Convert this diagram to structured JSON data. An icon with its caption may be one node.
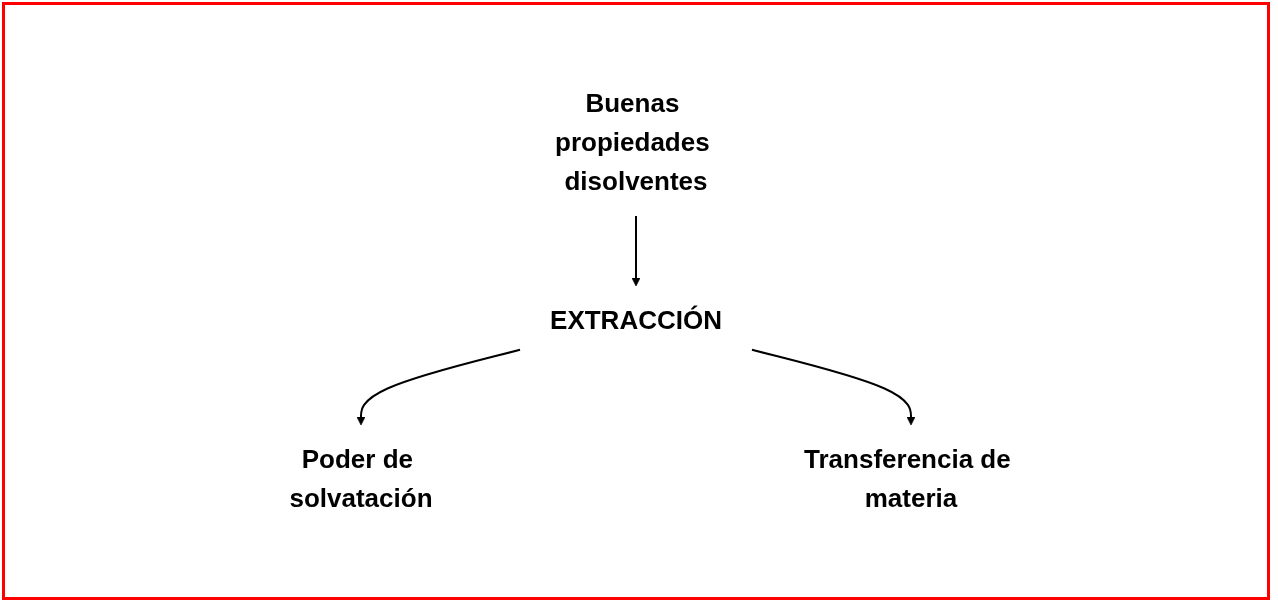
{
  "diagram": {
    "nodes": [
      {
        "text": [
          "Buenas propiedades disolventes"
        ]
      },
      {
        "text": [
          "EXTRACCIÓN"
        ]
      },
      {
        "text": [
          "Poder de solvatación"
        ]
      },
      {
        "text": [
          "Transferencia de materia"
        ]
      }
    ],
    "edges": [
      {
        "from": 0,
        "to": 1,
        "arrow": "to"
      },
      {
        "from": 1,
        "to": 2,
        "arrow": "to"
      },
      {
        "from": 1,
        "to": 3,
        "arrow": "to"
      }
    ]
  }
}
